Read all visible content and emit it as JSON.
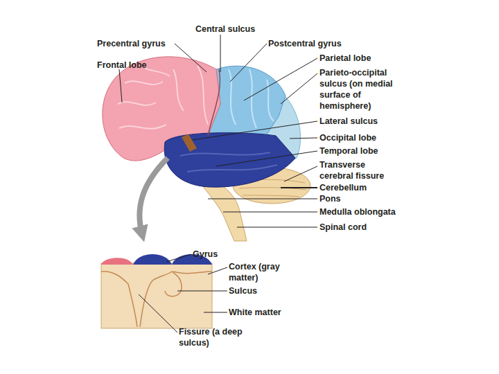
{
  "diagram": {
    "labels": [
      "Central sulcus",
      "Precentral gyrus",
      "Postcentral gyrus",
      "Frontal lobe",
      "Parietal lobe",
      "Parieto-occipital sulcus (on medial surface of hemisphere)",
      "Lateral sulcus",
      "Occipital lobe",
      "Temporal lobe",
      "Transverse cerebral fissure",
      "Cerebellum",
      "Pons",
      "Medulla oblongata",
      "Spinal cord",
      "Gyrus",
      "Cortex (gray matter)",
      "Sulcus",
      "White matter",
      "Fissure (a deep sulcus)"
    ]
  }
}
